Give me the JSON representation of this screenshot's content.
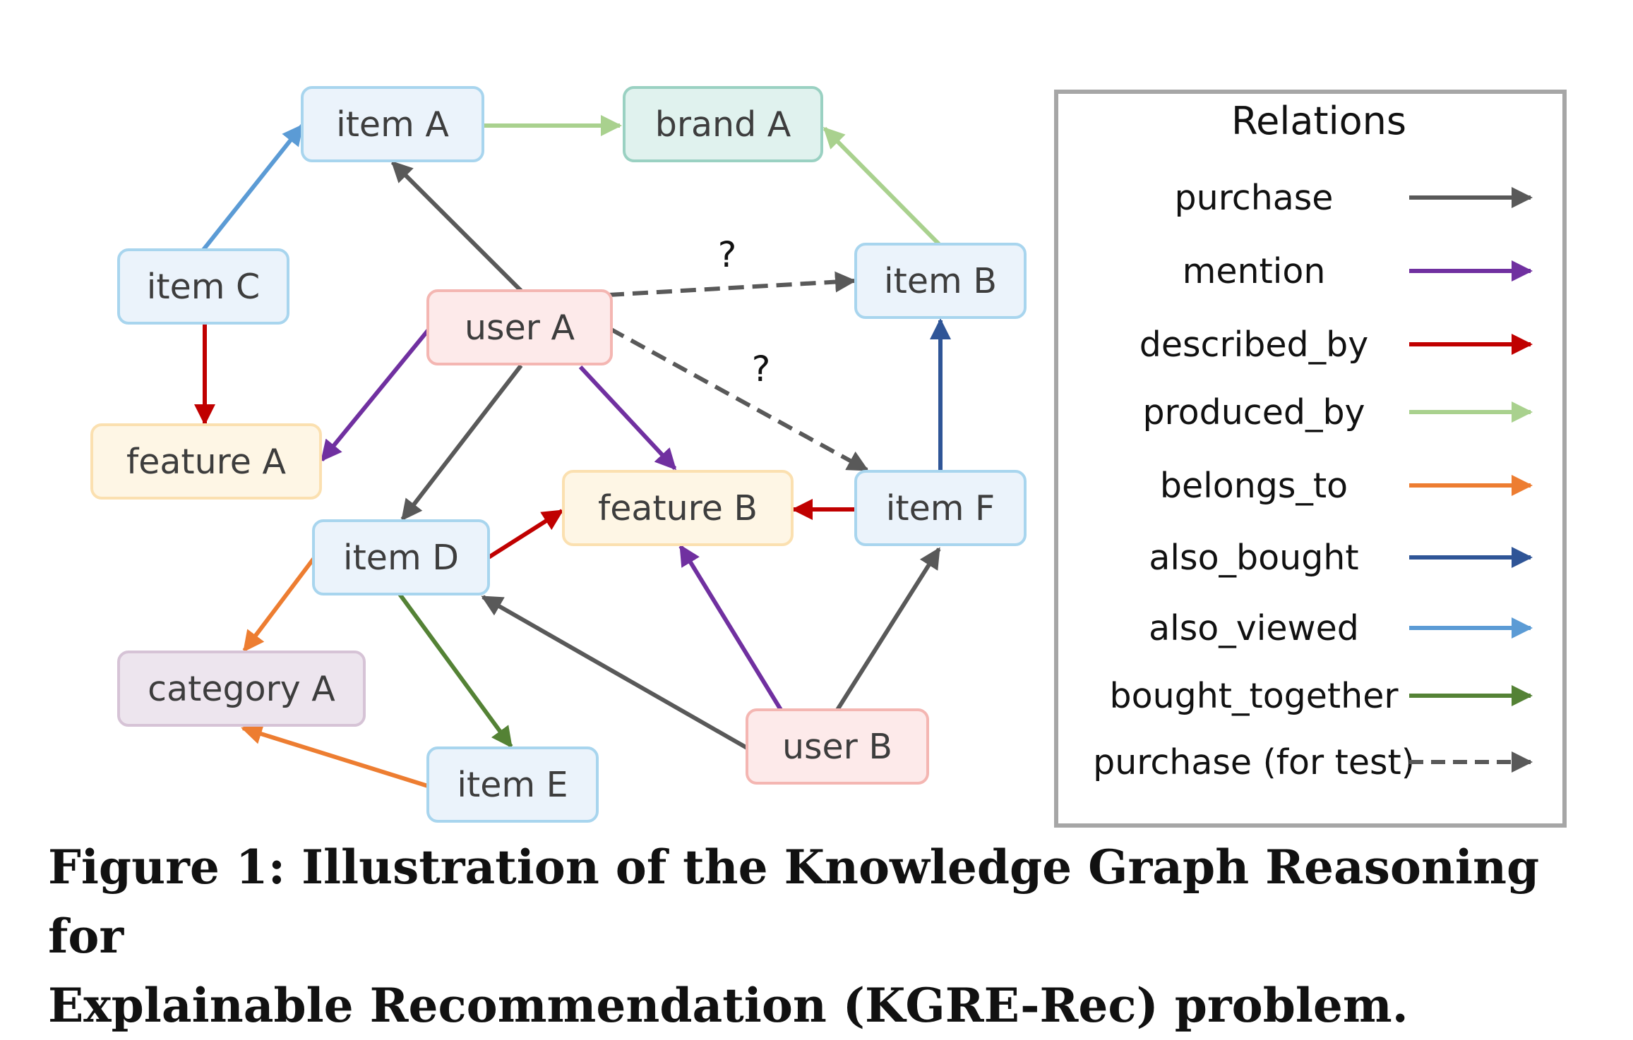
{
  "nodes": {
    "item_a": {
      "label": "item A",
      "fill": "#ebf3fb",
      "stroke": "#a8d5ee"
    },
    "brand_a": {
      "label": "brand A",
      "fill": "#e0f2ee",
      "stroke": "#9ad1c2"
    },
    "item_c": {
      "label": "item C",
      "fill": "#ebf3fb",
      "stroke": "#a8d5ee"
    },
    "user_a": {
      "label": "user A",
      "fill": "#fdeaea",
      "stroke": "#f4b6b2"
    },
    "item_b": {
      "label": "item B",
      "fill": "#ebf3fb",
      "stroke": "#a8d5ee"
    },
    "feature_a": {
      "label": "feature A",
      "fill": "#fef6e5",
      "stroke": "#fbe0b0"
    },
    "feature_b": {
      "label": "feature B",
      "fill": "#fef6e5",
      "stroke": "#fbe0b0"
    },
    "item_f": {
      "label": "item F",
      "fill": "#ebf3fb",
      "stroke": "#a8d5ee"
    },
    "item_d": {
      "label": "item D",
      "fill": "#ebf3fb",
      "stroke": "#a8d5ee"
    },
    "category_a": {
      "label": "category A",
      "fill": "#ede5ee",
      "stroke": "#d6c3d6"
    },
    "item_e": {
      "label": "item E",
      "fill": "#ebf3fb",
      "stroke": "#a8d5ee"
    },
    "user_b": {
      "label": "user B",
      "fill": "#fdeaea",
      "stroke": "#f4b6b2"
    }
  },
  "edges": [
    {
      "from": "item_a",
      "to": "brand_a",
      "relation": "produced_by"
    },
    {
      "from": "item_b",
      "to": "brand_a",
      "relation": "produced_by"
    },
    {
      "from": "item_c",
      "to": "item_a",
      "relation": "also_viewed"
    },
    {
      "from": "item_c",
      "to": "feature_a",
      "relation": "described_by"
    },
    {
      "from": "user_a",
      "to": "item_a",
      "relation": "purchase"
    },
    {
      "from": "user_a",
      "to": "item_b",
      "relation": "purchase_test",
      "label": "?"
    },
    {
      "from": "user_a",
      "to": "item_f",
      "relation": "purchase_test",
      "label": "?"
    },
    {
      "from": "user_a",
      "to": "feature_a",
      "relation": "mention"
    },
    {
      "from": "user_a",
      "to": "feature_b",
      "relation": "mention"
    },
    {
      "from": "user_a",
      "to": "item_d",
      "relation": "purchase"
    },
    {
      "from": "item_f",
      "to": "item_b",
      "relation": "also_bought"
    },
    {
      "from": "item_f",
      "to": "feature_b",
      "relation": "described_by"
    },
    {
      "from": "item_d",
      "to": "feature_b",
      "relation": "described_by"
    },
    {
      "from": "item_d",
      "to": "category_a",
      "relation": "belongs_to"
    },
    {
      "from": "item_d",
      "to": "item_e",
      "relation": "bought_together"
    },
    {
      "from": "item_e",
      "to": "category_a",
      "relation": "belongs_to"
    },
    {
      "from": "user_b",
      "to": "item_d",
      "relation": "purchase"
    },
    {
      "from": "user_b",
      "to": "feature_b",
      "relation": "mention"
    },
    {
      "from": "user_b",
      "to": "item_f",
      "relation": "purchase"
    }
  ],
  "legend": {
    "title": "Relations",
    "items": [
      {
        "key": "purchase",
        "label": "purchase",
        "color": "#595959",
        "dashed": false
      },
      {
        "key": "mention",
        "label": "mention",
        "color": "#7030a0",
        "dashed": false
      },
      {
        "key": "described_by",
        "label": "described_by",
        "color": "#c00000",
        "dashed": false
      },
      {
        "key": "produced_by",
        "label": "produced_by",
        "color": "#a9d18e",
        "dashed": false
      },
      {
        "key": "belongs_to",
        "label": "belongs_to",
        "color": "#ed7d31",
        "dashed": false
      },
      {
        "key": "also_bought",
        "label": "also_bought",
        "color": "#2f5597",
        "dashed": false
      },
      {
        "key": "also_viewed",
        "label": "also_viewed",
        "color": "#5b9bd5",
        "dashed": false
      },
      {
        "key": "bought_together",
        "label": "bought_together",
        "color": "#548235",
        "dashed": false
      },
      {
        "key": "purchase_test",
        "label": "purchase (for test)",
        "color": "#595959",
        "dashed": true
      }
    ]
  },
  "caption": {
    "line1": "Figure 1: Illustration of the Knowledge Graph Reasoning for",
    "line2": "Explainable Recommendation (KGRE-Rec) problem."
  }
}
